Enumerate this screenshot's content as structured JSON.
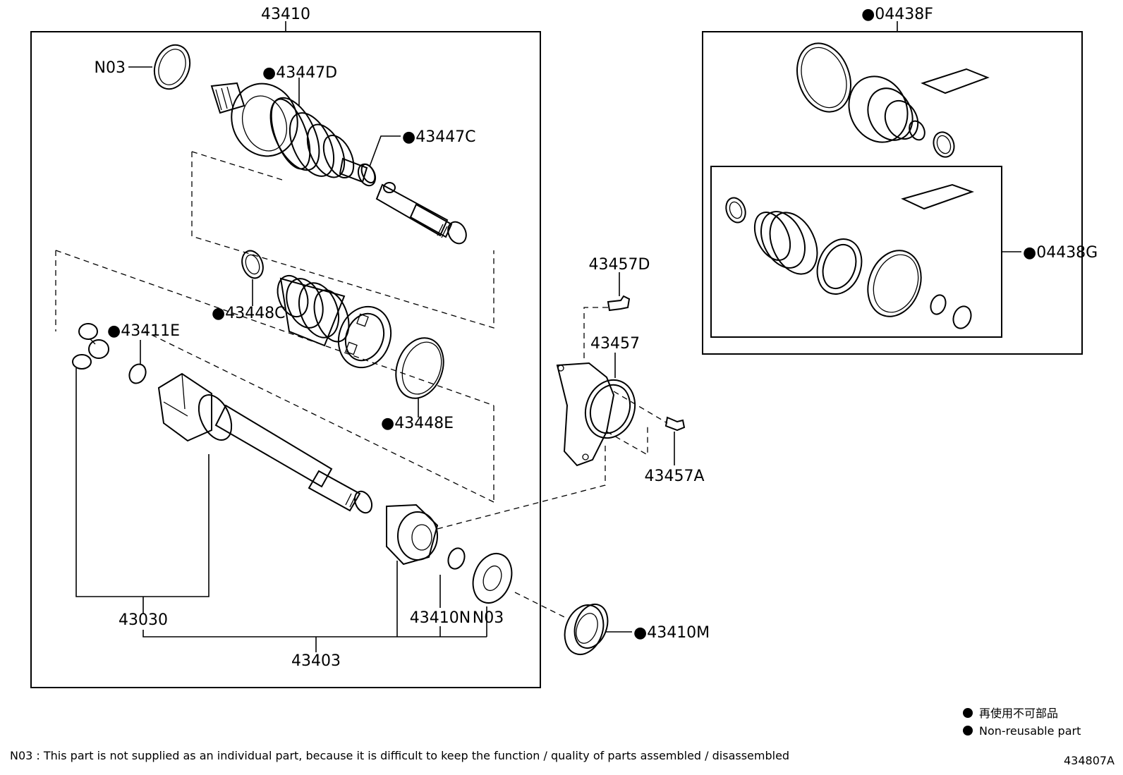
{
  "labels": {
    "p43410": "43410",
    "p04438F": "●04438F",
    "n03_top": "N03",
    "p43447D": "●43447D",
    "p43447C": "●43447C",
    "p43448C": "●43448C",
    "p43411E": "●43411E",
    "p43448E": "●43448E",
    "p43457D": "43457D",
    "p43457": "43457",
    "p43457A": "43457A",
    "p04438G": "●04438G",
    "p43030": "43030",
    "p43410N": "43410N",
    "n03_bottom": "N03",
    "p43410M": "●43410M",
    "p43403": "43403"
  },
  "legend": {
    "jp": "再使用不可部品",
    "en": "Non-reusable part"
  },
  "note": "N03 : This part is not supplied as an individual part, because it is difficult to keep the function / quality of parts  assembled / disassembled",
  "diagram_id": "434807A"
}
